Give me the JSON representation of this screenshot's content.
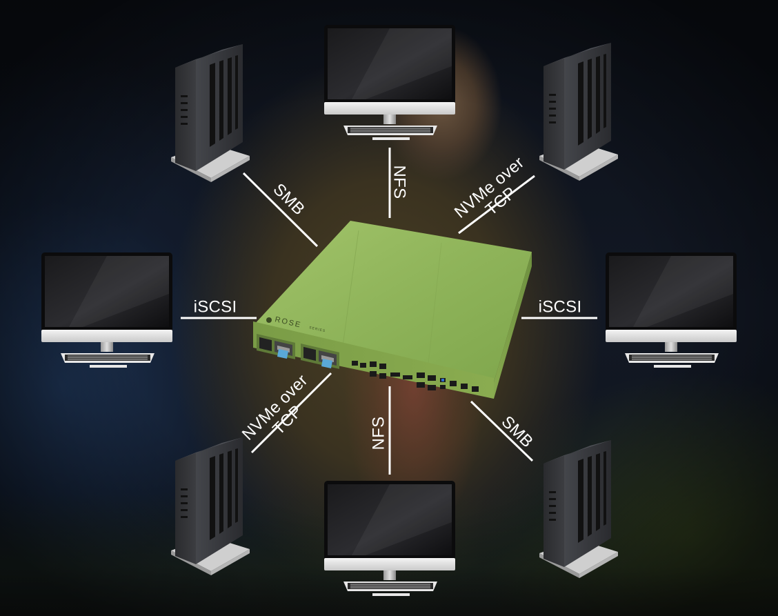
{
  "diagram": {
    "hub": {
      "type": "network-storage-server",
      "brand": "ROSE",
      "brand_sub": "SERIES",
      "color": "#8fb45a"
    },
    "nodes": [
      {
        "id": "mini-pc-top-left",
        "type": "mini-pc"
      },
      {
        "id": "monitor-top",
        "type": "desktop-monitor"
      },
      {
        "id": "mini-pc-top-right",
        "type": "mini-pc"
      },
      {
        "id": "monitor-left",
        "type": "desktop-monitor"
      },
      {
        "id": "monitor-right",
        "type": "desktop-monitor"
      },
      {
        "id": "mini-pc-bottom-left",
        "type": "mini-pc"
      },
      {
        "id": "monitor-bottom",
        "type": "desktop-monitor"
      },
      {
        "id": "mini-pc-bottom-right",
        "type": "mini-pc"
      }
    ],
    "links": [
      {
        "to": "mini-pc-top-left",
        "protocol": "SMB"
      },
      {
        "to": "monitor-top",
        "protocol": "NFS"
      },
      {
        "to": "mini-pc-top-right",
        "protocol_line1": "NVMe over",
        "protocol_line2": "TCP"
      },
      {
        "to": "monitor-left",
        "protocol": "iSCSI"
      },
      {
        "to": "monitor-right",
        "protocol": "iSCSI"
      },
      {
        "to": "mini-pc-bottom-left",
        "protocol_line1": "NVMe over",
        "protocol_line2": "TCP"
      },
      {
        "to": "monitor-bottom",
        "protocol": "NFS"
      },
      {
        "to": "mini-pc-bottom-right",
        "protocol": "SMB"
      }
    ],
    "line_color": "#ffffff"
  }
}
